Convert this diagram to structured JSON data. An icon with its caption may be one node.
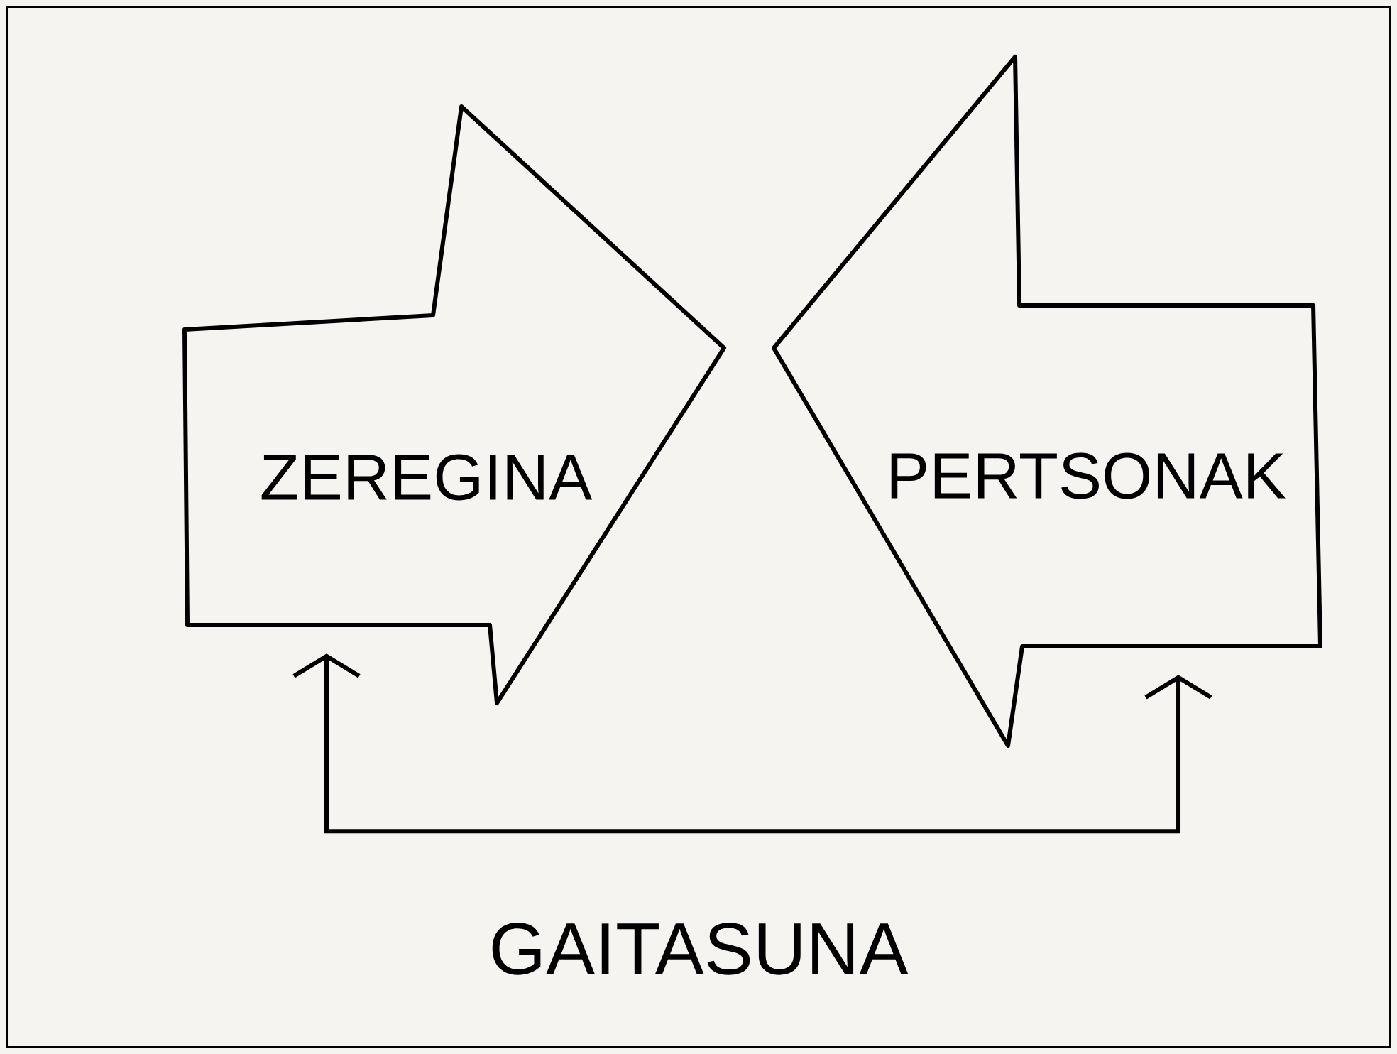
{
  "diagram": {
    "nodes": [
      {
        "text": [
          "ZEREGINA"
        ]
      },
      {
        "text": [
          "PERTSONAK"
        ]
      }
    ],
    "edges": [
      {
        "from": 0,
        "to": 1,
        "arrow": "both",
        "label": "GAITASUNA"
      }
    ]
  }
}
